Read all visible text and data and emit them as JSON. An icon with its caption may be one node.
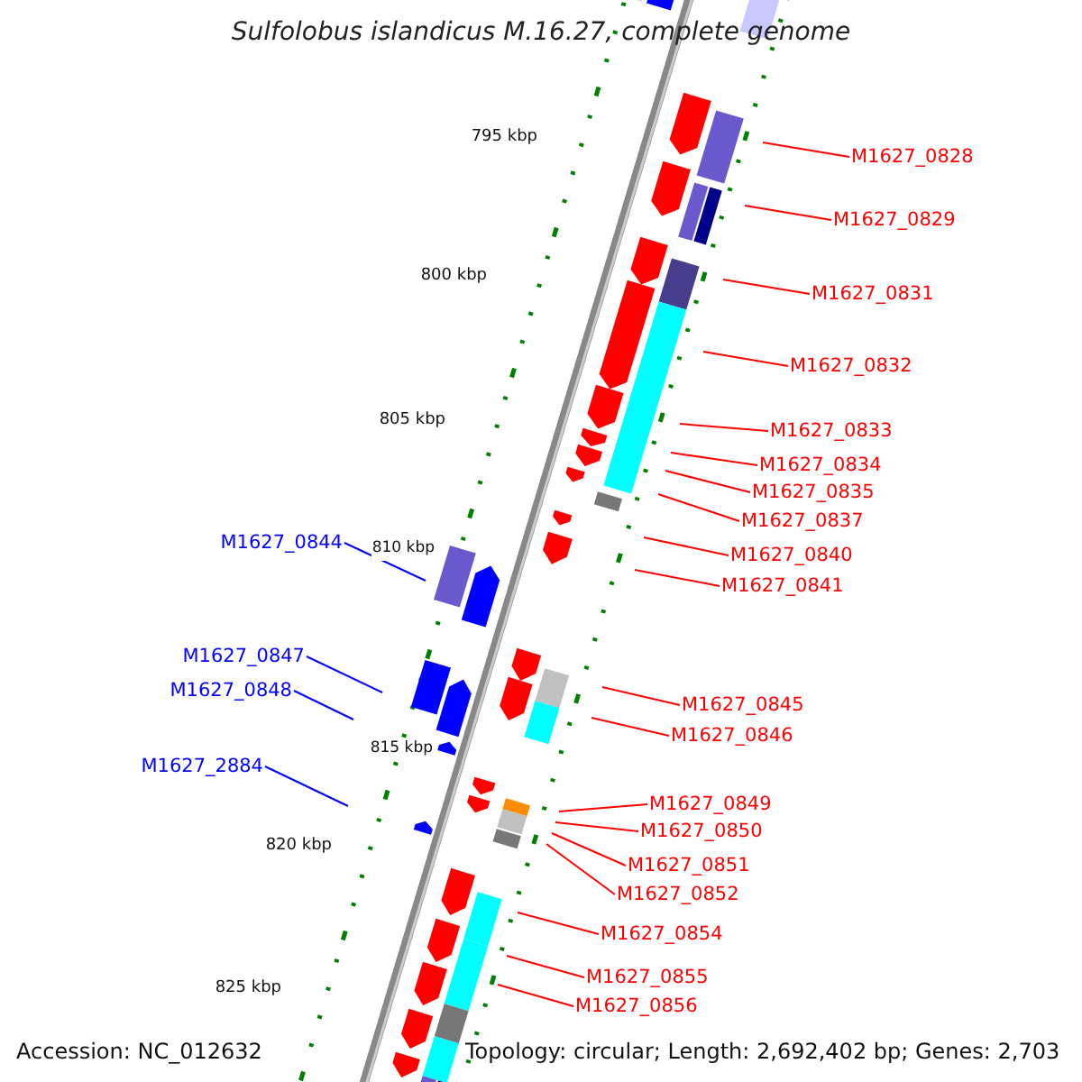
{
  "diagram": {
    "title": "Sulfolobus islandicus M.16.27, complete genome",
    "nodes": [
      {
        "text": [
          "M1627_0828"
        ]
      },
      {
        "text": [
          "M1627_0829"
        ]
      },
      {
        "text": [
          "M1627_0831"
        ]
      },
      {
        "text": [
          "M1627_0832"
        ]
      },
      {
        "text": [
          "M1627_0833"
        ]
      },
      {
        "text": [
          "M1627_0834"
        ]
      },
      {
        "text": [
          "M1627_0835"
        ]
      },
      {
        "text": [
          "M1627_0837"
        ]
      },
      {
        "text": [
          "M1627_0844"
        ]
      },
      {
        "text": [
          "M1627_0840"
        ]
      },
      {
        "text": [
          "M1627_0841"
        ]
      },
      {
        "text": [
          "M1627_0847"
        ]
      },
      {
        "text": [
          "M1627_0848"
        ]
      },
      {
        "text": [
          "M1627_0845"
        ]
      },
      {
        "text": [
          "M1627_0846"
        ]
      },
      {
        "text": [
          "M1627_2884"
        ]
      },
      {
        "text": [
          "M1627_0849"
        ]
      },
      {
        "text": [
          "M1627_0850"
        ]
      },
      {
        "text": [
          "M1627_0851"
        ]
      },
      {
        "text": [
          "M1627_0852"
        ]
      },
      {
        "text": [
          "M1627_0854"
        ]
      },
      {
        "text": [
          "M1627_0855"
        ]
      },
      {
        "text": [
          "M1627_0856"
        ]
      }
    ],
    "edges": [
      {
        "from": 0,
        "to": null,
        "arrow": "none"
      },
      {
        "from": 1,
        "to": null,
        "arrow": "none"
      },
      {
        "from": 2,
        "to": null,
        "arrow": "none"
      },
      {
        "from": 3,
        "to": null,
        "arrow": "none"
      },
      {
        "from": 4,
        "to": null,
        "arrow": "none"
      },
      {
        "from": 5,
        "to": null,
        "arrow": "none"
      },
      {
        "from": 6,
        "to": null,
        "arrow": "none"
      },
      {
        "from": 7,
        "to": null,
        "arrow": "none"
      },
      {
        "from": 8,
        "to": null,
        "arrow": "none",
        "color": "#0000ff"
      },
      {
        "from": 9,
        "to": null,
        "arrow": "none"
      },
      {
        "from": 10,
        "to": null,
        "arrow": "none"
      },
      {
        "from": 11,
        "to": null,
        "arrow": "none",
        "color": "#0000ff"
      },
      {
        "from": 12,
        "to": null,
        "arrow": "none",
        "color": "#0000ff"
      },
      {
        "from": 13,
        "to": null,
        "arrow": "none"
      },
      {
        "from": 14,
        "to": null,
        "arrow": "none"
      },
      {
        "from": 15,
        "to": null,
        "arrow": "none",
        "color": "#0000ff"
      },
      {
        "from": 16,
        "to": null,
        "arrow": "none"
      },
      {
        "from": 17,
        "to": null,
        "arrow": "none"
      },
      {
        "from": 18,
        "to": null,
        "arrow": "none"
      },
      {
        "from": 19,
        "to": null,
        "arrow": "none"
      },
      {
        "from": 20,
        "to": null,
        "arrow": "none"
      },
      {
        "from": 21,
        "to": null,
        "arrow": "none"
      },
      {
        "from": 22,
        "to": null,
        "arrow": "none"
      }
    ],
    "labels": [
      "795 kbp",
      "800 kbp",
      "805 kbp",
      "810 kbp",
      "815 kbp",
      "820 kbp",
      "825 kbp",
      "Accession: NC_012632",
      "Topology: circular; Length: 2,692,402 bp; Genes: 2,703"
    ]
  }
}
